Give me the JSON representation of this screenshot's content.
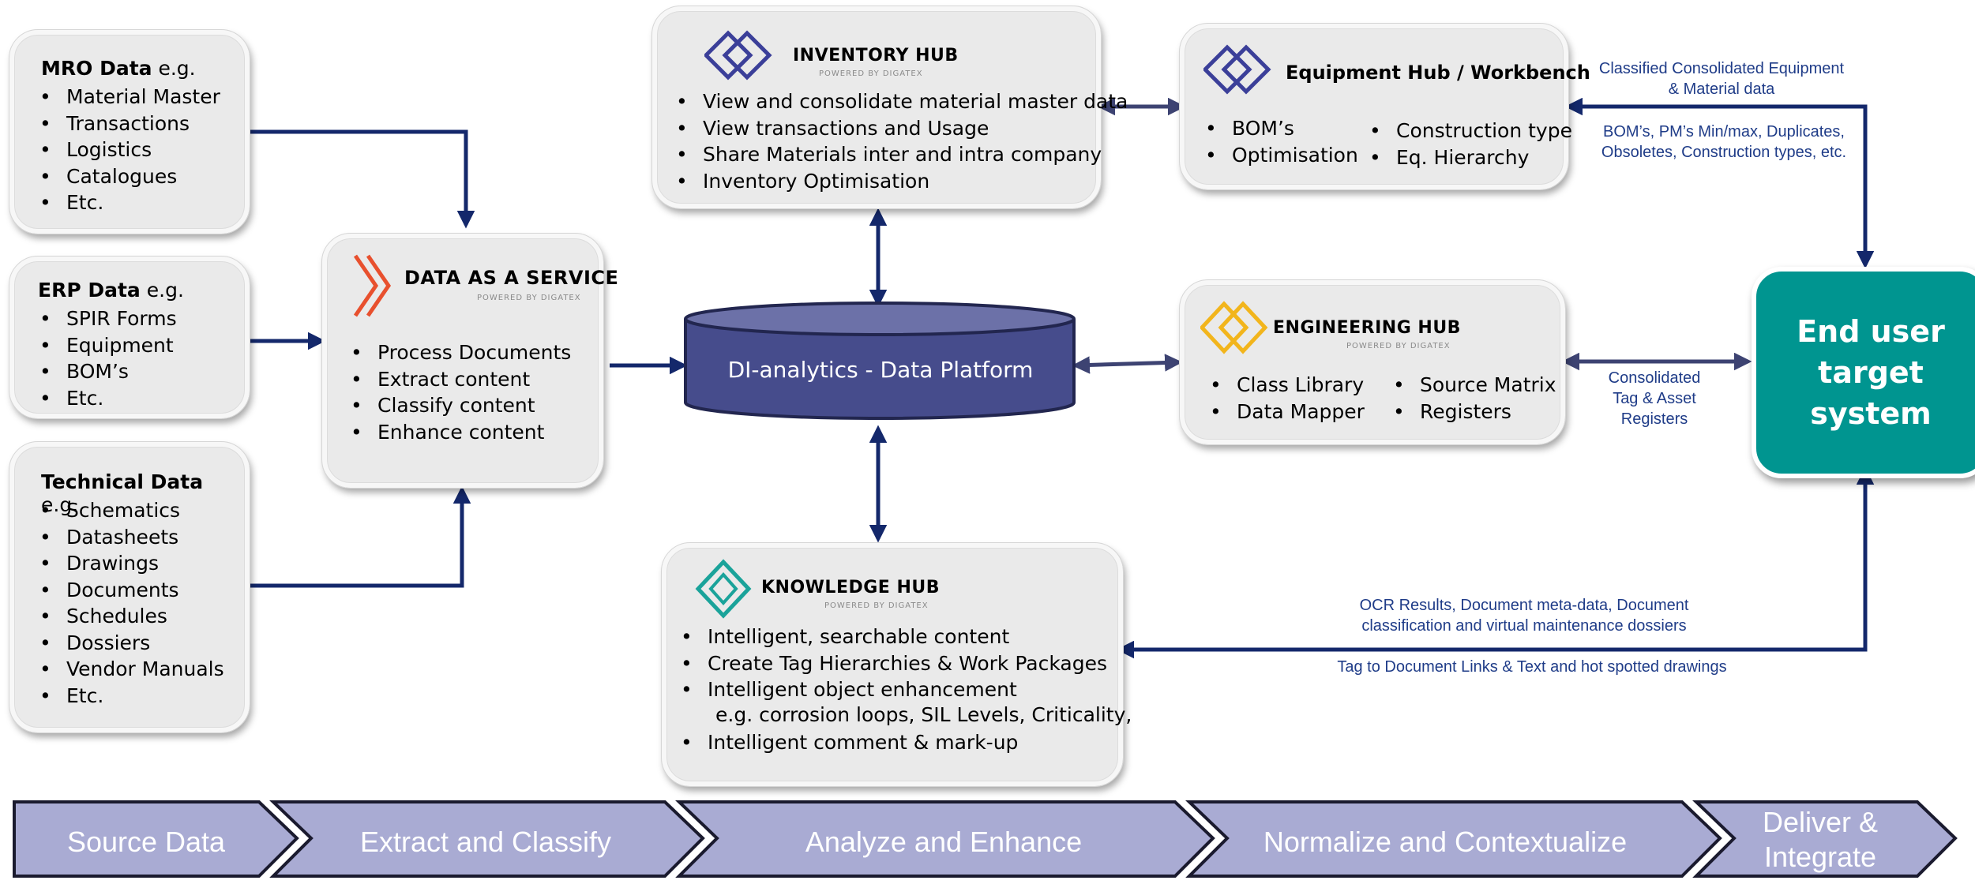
{
  "sources": [
    {
      "title_bold": "MRO Data",
      "title_rest": " e.g.",
      "items": [
        "Material Master",
        "Transactions",
        "Logistics",
        "Catalogues",
        "Etc."
      ]
    },
    {
      "title_bold": "ERP Data",
      "title_rest": " e.g.",
      "items": [
        "SPIR Forms",
        "Equipment",
        "BOM’s",
        "Etc."
      ]
    },
    {
      "title_bold": "Technical Data",
      "title_rest": "  e.g.",
      "items": [
        "Schematics",
        "Datasheets",
        "Drawings",
        "Documents",
        "Schedules",
        "Dossiers",
        "Vendor Manuals",
        "Etc."
      ]
    }
  ],
  "daas": {
    "name": "DATA AS A SERVICE",
    "powered": "POWERED BY DIGATEX",
    "items": [
      "Process Documents",
      "Extract content",
      "Classify content",
      "Enhance content"
    ],
    "logo_color": "#e8502e"
  },
  "platform": {
    "label": "DI-analytics - Data Platform",
    "color": "#464c8c"
  },
  "inventory_hub": {
    "name": "INVENTORY HUB",
    "powered": "POWERED BY DIGATEX",
    "items": [
      "View and consolidate material master data",
      "View transactions and Usage",
      "Share Materials inter and intra company",
      "Inventory Optimisation"
    ],
    "logo_color": "#3b3f99"
  },
  "equipment_hub": {
    "name": "Equipment Hub / Workbench",
    "col1": [
      "BOM’s",
      "Optimisation"
    ],
    "col2": [
      "Construction type",
      "Eq. Hierarchy"
    ],
    "logo_color": "#3b3f99"
  },
  "engineering_hub": {
    "name": "ENGINEERING HUB",
    "powered": "POWERED BY DIGATEX",
    "col1": [
      "Class Library",
      "Data Mapper"
    ],
    "col2": [
      "Source Matrix",
      "Registers"
    ],
    "logo_color": "#f2b51c"
  },
  "knowledge_hub": {
    "name": "KNOWLEDGE HUB",
    "powered": "POWERED BY DIGATEX",
    "items": [
      "Intelligent, searchable content",
      "Create Tag Hierarchies & Work Packages",
      "Intelligent object enhancement"
    ],
    "sub_line": "e.g. corrosion loops, SIL Levels, Criticality,",
    "last_item": "Intelligent comment & mark-up",
    "logo_color": "#1aa39a"
  },
  "end_user": {
    "lines": [
      "End user",
      "target",
      "system"
    ],
    "color": "#009590"
  },
  "annotations": {
    "classified_1": "Classified Consolidated Equipment",
    "classified_2": "& Material data",
    "boms_1": "BOM’s, PM’s  Min/max, Duplicates,",
    "boms_2": "Obsoletes, Construction types, etc.",
    "consolidated_1": "Consolidated",
    "consolidated_2": "Tag & Asset",
    "consolidated_3": "Registers",
    "ocr_1": "OCR Results, Document meta-data, Document",
    "ocr_2": "classification and virtual maintenance dossiers",
    "tag_links": "Tag to Document Links & Text and hot spotted drawings"
  },
  "stages": [
    "Source Data",
    "Extract and Classify",
    "Analyze and Enhance",
    "Normalize and Contextualize",
    "Deliver &",
    "Integrate"
  ],
  "colors": {
    "arrow": "#14286b",
    "stage_fill": "#a9abd3",
    "stage_border": "#1a1a2e",
    "annotation_text": "#1f3c88"
  }
}
